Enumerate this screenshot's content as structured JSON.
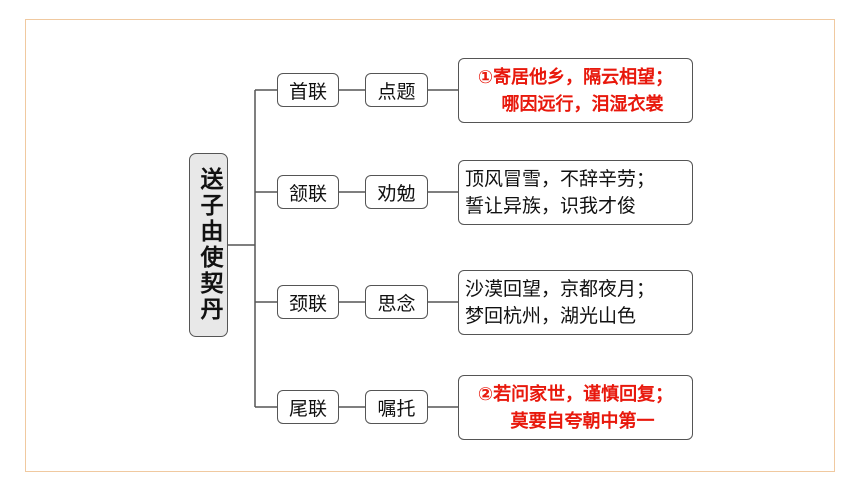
{
  "title": "送子由使契丹",
  "rows": [
    {
      "part": "首联",
      "theme": "点题",
      "line1": "①寄居他乡，隔云相望；",
      "line2": "哪因远行，泪湿衣裳",
      "highlight": true
    },
    {
      "part": "颔联",
      "theme": "劝勉",
      "line1": "顶风冒雪，不辞辛劳；",
      "line2": "誓让异族，识我才俊",
      "highlight": false
    },
    {
      "part": "颈联",
      "theme": "思念",
      "line1": "沙漠回望，京都夜月；",
      "line2": "梦回杭州，湖光山色",
      "highlight": false
    },
    {
      "part": "尾联",
      "theme": "嘱托",
      "line1": "②若问家世，谨慎回复；",
      "line2": "莫要自夸朝中第一",
      "highlight": true
    }
  ],
  "colors": {
    "highlight": "#e8180c",
    "border": "#555555",
    "title_bg": "#e8e8e8",
    "frame": "#f0c9a0"
  }
}
